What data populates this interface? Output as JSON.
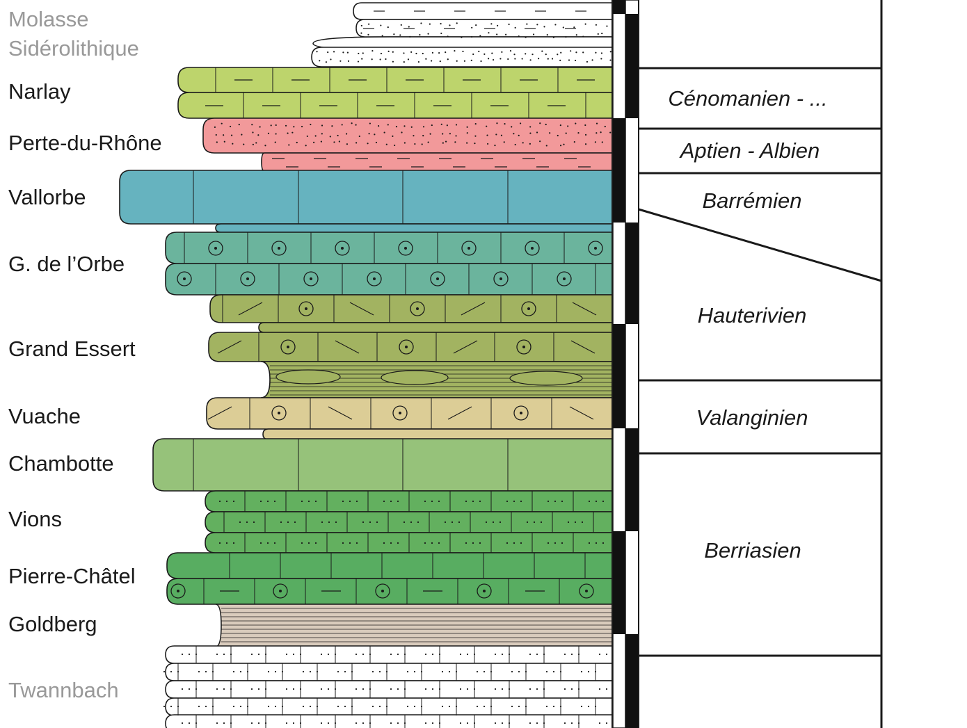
{
  "colors": {
    "molasse": "#ffffff",
    "siderolithique": "#ffffff",
    "narlay": "#bdd46c",
    "perte_du_rhone": "#f2999a",
    "vallorbe": "#66b3bf",
    "orbe": "#6bb49d",
    "grand_essert": "#a2b361",
    "vuache": "#dccd96",
    "chambotte": "#96c27a",
    "vions": "#63b05f",
    "pierre_chatel": "#58ad61",
    "goldberg": "#d9cbbc",
    "twannbach": "#ffffff",
    "text_dark": "#1a1a1a",
    "text_faded": "#999999"
  },
  "formations": [
    {
      "name": "Molasse",
      "faded": true
    },
    {
      "name": "Sidérolithique",
      "faded": true
    },
    {
      "name": "Narlay",
      "faded": false
    },
    {
      "name": "Perte-du-Rhône",
      "faded": false
    },
    {
      "name": "Vallorbe",
      "faded": false
    },
    {
      "name": "G. de l’Orbe",
      "faded": false
    },
    {
      "name": "Grand Essert",
      "faded": false
    },
    {
      "name": "Vuache",
      "faded": false
    },
    {
      "name": "Chambotte",
      "faded": false
    },
    {
      "name": "Vions",
      "faded": false
    },
    {
      "name": "Pierre-Châtel",
      "faded": false
    },
    {
      "name": "Goldberg",
      "faded": false
    },
    {
      "name": "Twannbach",
      "faded": true
    }
  ],
  "stages": [
    {
      "name": "Cénomanien - ..."
    },
    {
      "name": "Aptien - Albien"
    },
    {
      "name": "Barrémien"
    },
    {
      "name": "Hauterivien"
    },
    {
      "name": "Valanginien"
    },
    {
      "name": "Berriasien"
    }
  ]
}
